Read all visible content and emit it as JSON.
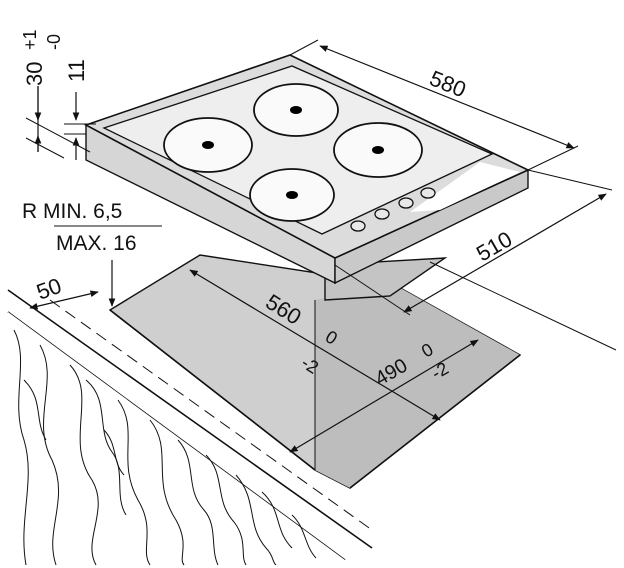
{
  "diagram": {
    "dimensions": {
      "hob_width": "580",
      "hob_depth": "510",
      "cutout_width": "560",
      "cutout_width_tol_upper": "0",
      "cutout_width_tol_lower": "-2",
      "cutout_depth": "490",
      "cutout_depth_tol_upper": "0",
      "cutout_depth_tol_lower": "-2",
      "worktop_thickness": "30",
      "worktop_thickness_tol_upper": "+1",
      "worktop_thickness_tol_lower": "-0",
      "hob_height": "11",
      "front_margin": "50",
      "radius_min": "R MIN. 6,5",
      "radius_max": "MAX. 16"
    },
    "colors": {
      "hob_top": "#dcdcdc",
      "hob_glass": "#eeeeee",
      "cutout_floor": "#cfcfcf",
      "cutout_shade": "#bdbdbd",
      "line": "#111111",
      "hotplate_dot": "#000000"
    },
    "icons": {
      "hotplate": "ring-with-center-dot",
      "control_knob": "small-oval-knob",
      "wood_grain": "wavy-grain-lines"
    }
  }
}
